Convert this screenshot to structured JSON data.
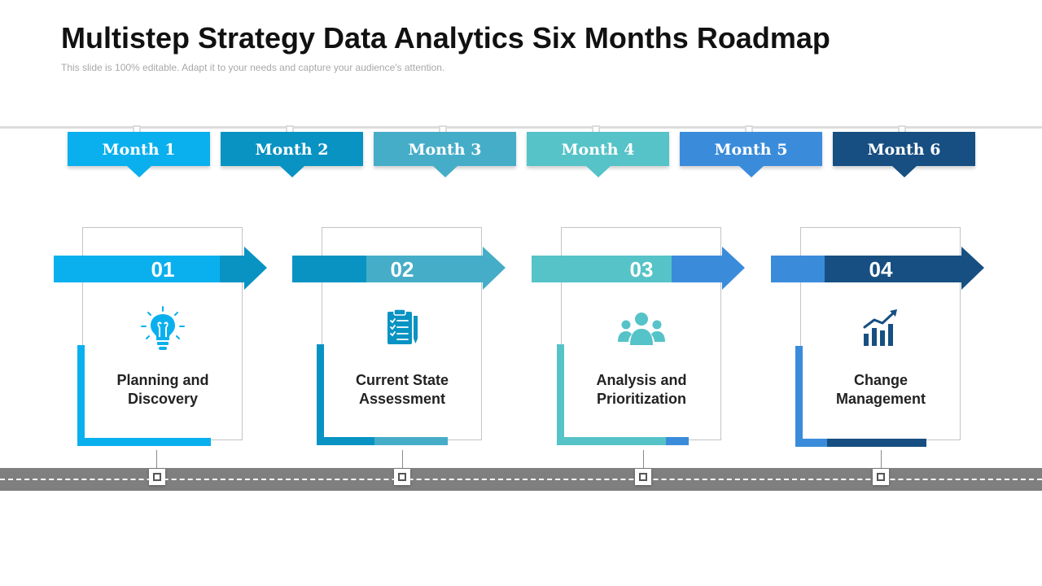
{
  "header": {
    "title": "Multistep Strategy Data Analytics Six Months Roadmap",
    "subtitle": "This slide is 100% editable. Adapt it to your needs and capture your audience's attention."
  },
  "months": [
    {
      "label": "Month 1",
      "color": "#0ab0ee"
    },
    {
      "label": "Month 2",
      "color": "#0893c3"
    },
    {
      "label": "Month 3",
      "color": "#46adc8"
    },
    {
      "label": "Month 4",
      "color": "#55c3c8"
    },
    {
      "label": "Month 5",
      "color": "#3a8cdb"
    },
    {
      "label": "Month 6",
      "color": "#174f82"
    }
  ],
  "steps": [
    {
      "number": "01",
      "line1": "Planning and",
      "line2": "Discovery",
      "icon": "lightbulb-icon",
      "color": "#0ab0ee",
      "accent": "#0893c3"
    },
    {
      "number": "02",
      "line1": "Current State",
      "line2": "Assessment",
      "icon": "clipboard-checklist-icon",
      "color": "#46adc8",
      "accent": "#0893c3"
    },
    {
      "number": "03",
      "line1": "Analysis and",
      "line2": "Prioritization",
      "icon": "team-icon",
      "color": "#55c3c8",
      "accent": "#3a8cdb"
    },
    {
      "number": "04",
      "line1": "Change",
      "line2": "Management",
      "icon": "growth-chart-icon",
      "color": "#174f82",
      "accent": "#3a8cdb"
    }
  ]
}
